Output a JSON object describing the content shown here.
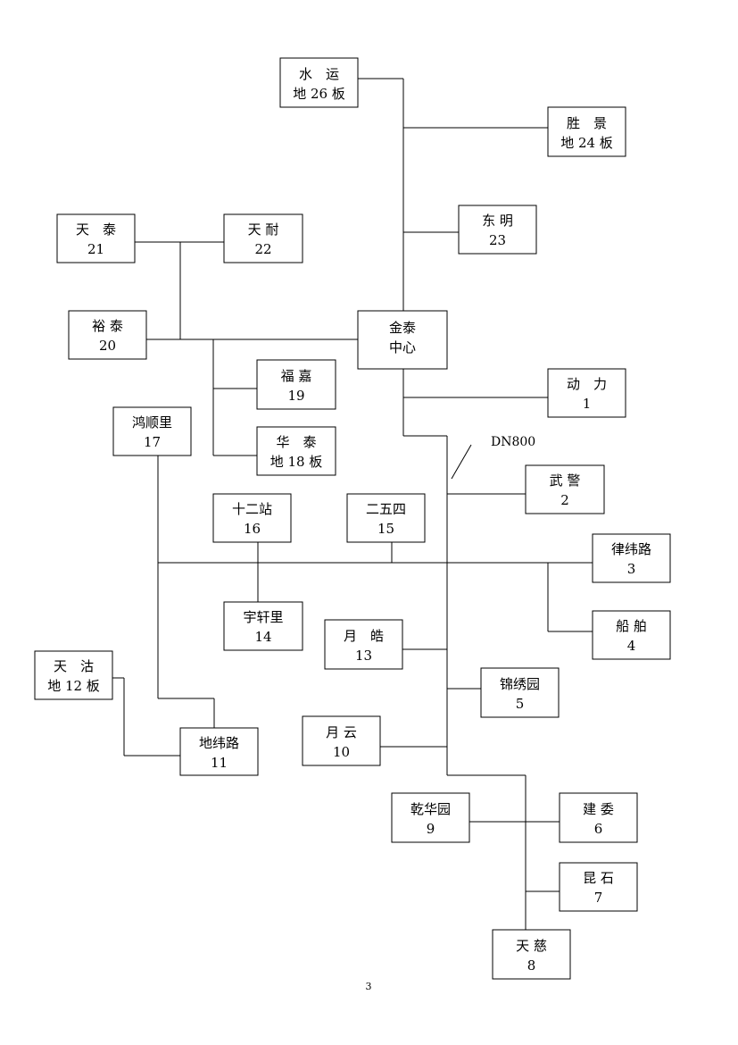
{
  "nodes": {
    "shuiyun": {
      "line1": "水　运",
      "line2": "地 26 板"
    },
    "shengjing": {
      "line1": "胜　景",
      "line2": "地 24 板"
    },
    "dongming": {
      "line1": "东 明",
      "line2": "23"
    },
    "tiantai": {
      "line1": "天　泰",
      "line2": "21"
    },
    "tiannai": {
      "line1": "天 耐",
      "line2": "22"
    },
    "yutai": {
      "line1": "裕 泰",
      "line2": "20"
    },
    "jintai": {
      "line1": "金泰",
      "line2": "中心"
    },
    "fujia": {
      "line1": "福 嘉",
      "line2": "19"
    },
    "dongli": {
      "line1": "动　力",
      "line2": "1"
    },
    "hongshunli": {
      "line1": "鸿顺里",
      "line2": "17"
    },
    "huatai": {
      "line1": "华　泰",
      "line2": "地 18 板"
    },
    "wujing": {
      "line1": "武 警",
      "line2": "2"
    },
    "shierzhan": {
      "line1": "十二站",
      "line2": "16"
    },
    "erwusi": {
      "line1": "二五四",
      "line2": "15"
    },
    "lvweilu": {
      "line1": "律纬路",
      "line2": "3"
    },
    "yuxuanli": {
      "line1": "宇轩里",
      "line2": "14"
    },
    "yuehao": {
      "line1": "月　皓",
      "line2": "13"
    },
    "chuanbo": {
      "line1": "船 舶",
      "line2": "4"
    },
    "tiangu": {
      "line1": "天　沽",
      "line2": "地 12 板"
    },
    "jinxiuyuan": {
      "line1": "锦绣园",
      "line2": "5"
    },
    "yueyun": {
      "line1": "月 云",
      "line2": "10"
    },
    "diweilu": {
      "line1": "地纬路",
      "line2": "11"
    },
    "qianhuayuan": {
      "line1": "乾华园",
      "line2": "9"
    },
    "jianwei": {
      "line1": "建 委",
      "line2": "6"
    },
    "kunshi": {
      "line1": "昆 石",
      "line2": "7"
    },
    "tianci": {
      "line1": "天 慈",
      "line2": "8"
    }
  },
  "pipe_label": "DN800",
  "page_number": "3"
}
